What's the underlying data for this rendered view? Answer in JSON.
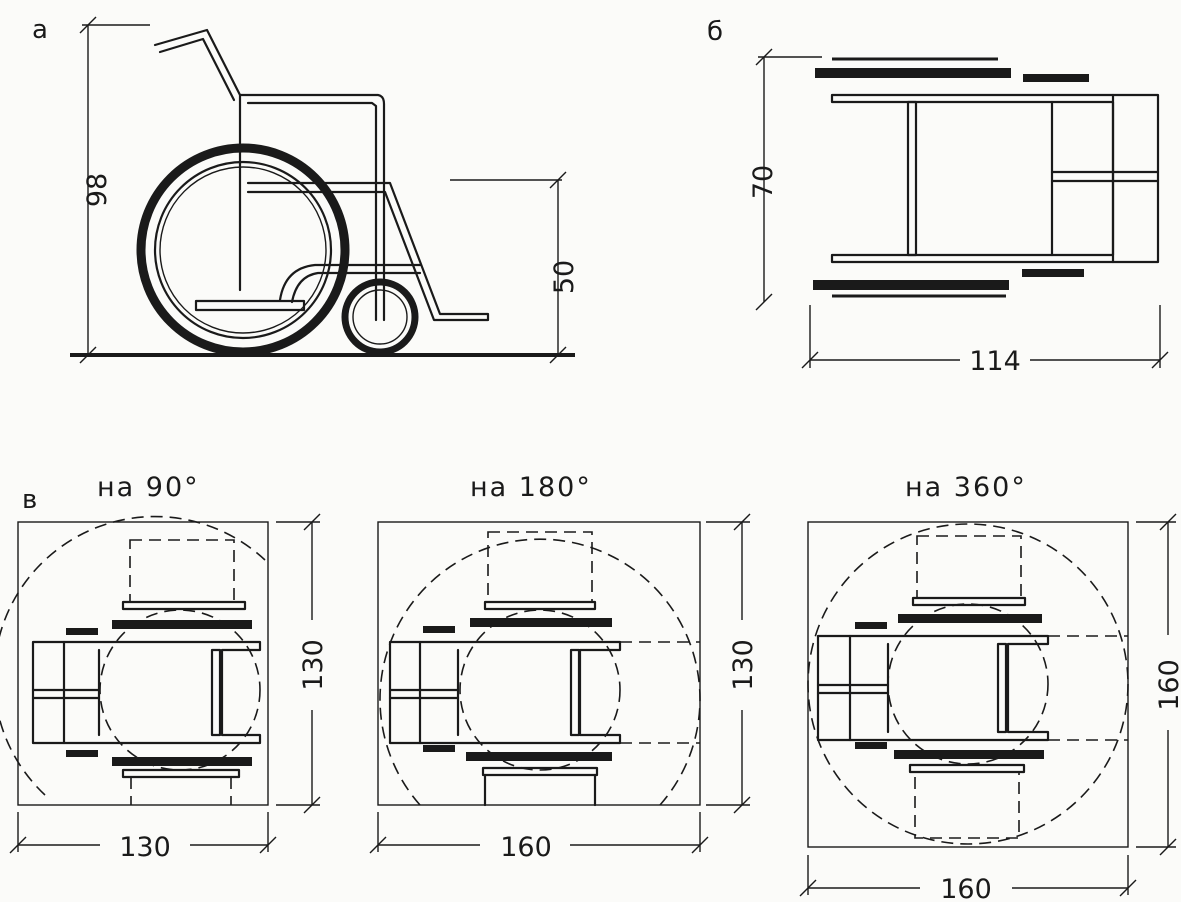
{
  "labels": {
    "panel_a": "а",
    "panel_b": "б",
    "panel_c": "в"
  },
  "dimensions": {
    "a_height": "98",
    "a_seat_height": "50",
    "b_width": "70",
    "b_length": "114"
  },
  "turns": [
    {
      "caption": "на 90°",
      "width": "130",
      "height": "130"
    },
    {
      "caption": "на 180°",
      "width": "160",
      "height": "130"
    },
    {
      "caption": "на 360°",
      "width": "160",
      "height": "160"
    }
  ]
}
